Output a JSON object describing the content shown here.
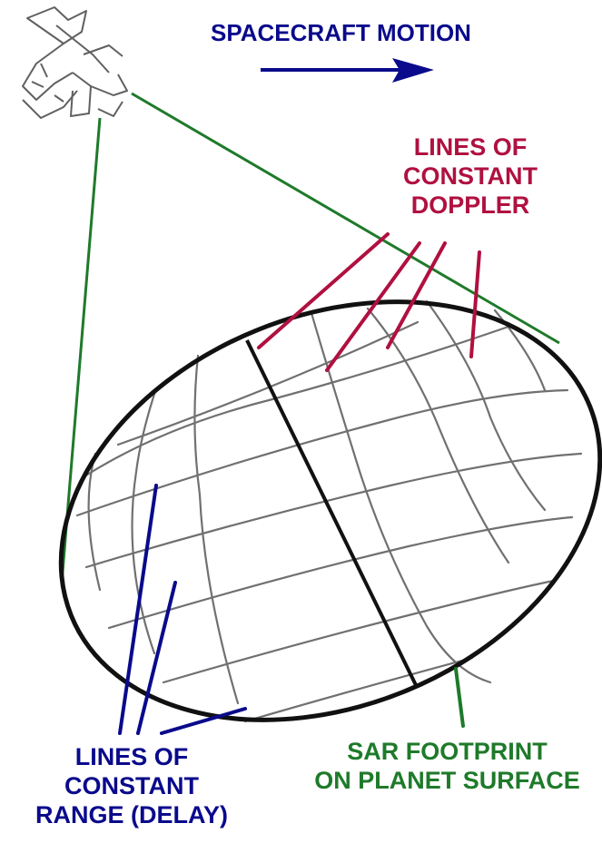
{
  "labels": {
    "spacecraft_motion": "SPACECRAFT MOTION",
    "doppler": [
      "LINES OF",
      "CONSTANT",
      "DOPPLER"
    ],
    "range": [
      "LINES OF",
      "CONSTANT",
      "RANGE (DELAY)"
    ],
    "footprint": [
      "SAR FOOTPRINT",
      "ON PLANET SURFACE"
    ]
  },
  "colors": {
    "blue": "#0a0a8c",
    "crimson": "#b01040",
    "green": "#1e7a2a",
    "grid": "#707070",
    "outline": "#111111"
  },
  "icons": {
    "spacecraft": "spacecraft-icon",
    "motion_arrow": "right-arrow-icon"
  }
}
